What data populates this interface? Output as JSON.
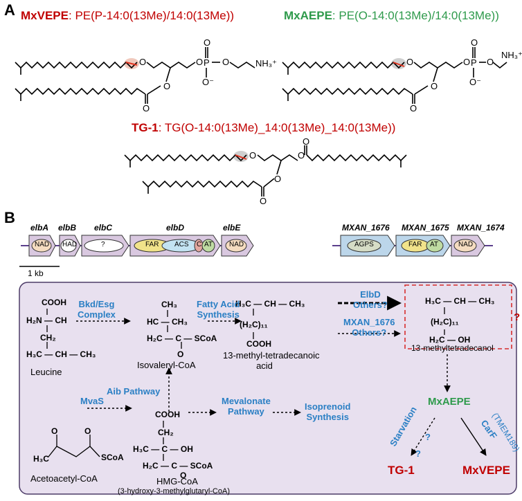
{
  "panels": {
    "a": "A",
    "b": "B"
  },
  "lipids": {
    "mxvepe": {
      "name": "MxVEPE",
      "formula": "PE(P-14:0(13Me)/14:0(13Me))"
    },
    "mxaepe": {
      "name": "MxAEPE",
      "formula": "PE(O-14:0(13Me)/14:0(13Me))"
    },
    "tg1": {
      "name": "TG-1",
      "formula": "TG(O-14:0(13Me)_14:0(13Me)_14:0(13Me))"
    }
  },
  "struct_labels": {
    "O": "O",
    "P": "P",
    "Ominus": "O⁻",
    "NH3": "NH₃⁺"
  },
  "genes": {
    "elbA": "elbA",
    "elbB": "elbB",
    "elbC": "elbC",
    "elbD": "elbD",
    "elbE": "elbE",
    "m1676": "MXAN_1676",
    "m1675": "MXAN_1675",
    "m1674": "MXAN_1674"
  },
  "domains": {
    "nad": "NAD",
    "had": "HAD",
    "unknown": "?",
    "far": "FAR",
    "acs": "ACS",
    "c": "C",
    "at": "AT",
    "agps": "AGPS"
  },
  "scale_bar": "1 kb",
  "pathway": {
    "leucine": "Leucine",
    "isovaleryl": "Isovaleryl-CoA",
    "acid": [
      "13-methyl-tetradecanoic",
      "acid"
    ],
    "alcohol": "13-methyltetradecanol",
    "acetoacetyl": "Acetoacetyl-CoA",
    "hmg": "HMG-CoA",
    "hmg_full": "(3-hydroxy-3-methylglutaryl-CoA)",
    "bkd": [
      "Bkd/Esg",
      "Complex"
    ],
    "fas": [
      "Fatty Acid",
      "Synthesis"
    ],
    "elbd_step": [
      "ElbD",
      "Others?"
    ],
    "mxan_step": [
      "MXAN_1676",
      "Others?"
    ],
    "aib": "Aib Pathway",
    "mvas": "MvaS",
    "mevalonate": [
      "Mevalonate",
      "Pathway"
    ],
    "isoprenoid": [
      "Isoprenoid",
      "Synthesis"
    ],
    "mxaepe": "MxAEPE",
    "starvation": "Starvation",
    "carf": "CarF",
    "tmem": "(TMEM189)",
    "tg1": "TG-1",
    "mxvepe": "MxVEPE",
    "q": "?"
  },
  "colors": {
    "red": "#c00000",
    "green": "#2e9a4b",
    "blue": "#2a7fc4",
    "gene_fill": "#d9c8e0",
    "gene_fill_b": "#bcd6ea",
    "box_fill": "#e8e0ef",
    "far": "#f1e38a",
    "acs": "#c3e3f2",
    "nad": "#f5dcc0",
    "at": "#bfdca2",
    "c": "#e3a8a0"
  }
}
